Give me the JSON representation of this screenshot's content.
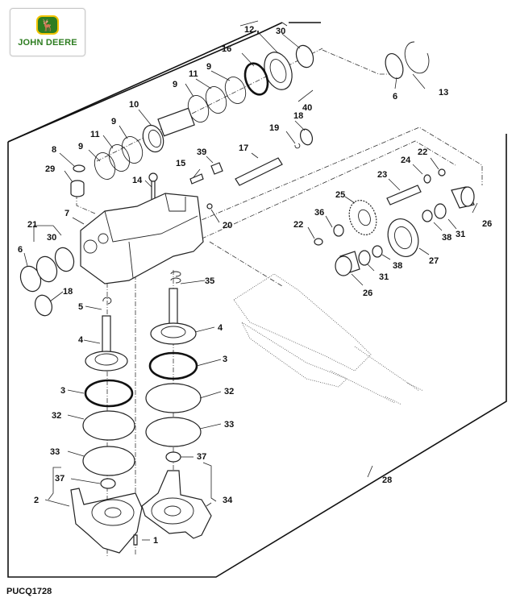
{
  "brand": {
    "name": "John Deere",
    "wordmark": "JOHN DEERE",
    "icon": "leaping-deer-icon",
    "colors": {
      "green": "#2e7d21",
      "yellow": "#f2c400"
    }
  },
  "figure_id": "PUCQ1728",
  "callouts": [
    {
      "id": "c12a",
      "text": "12"
    },
    {
      "id": "c30a",
      "text": "30"
    },
    {
      "id": "c16",
      "text": "16"
    },
    {
      "id": "c9a",
      "text": "9"
    },
    {
      "id": "c11a",
      "text": "11"
    },
    {
      "id": "c9b",
      "text": "9"
    },
    {
      "id": "c6a",
      "text": "6"
    },
    {
      "id": "c13",
      "text": "13"
    },
    {
      "id": "c40",
      "text": "40"
    },
    {
      "id": "c10",
      "text": "10"
    },
    {
      "id": "c18a",
      "text": "18"
    },
    {
      "id": "c19",
      "text": "19"
    },
    {
      "id": "c9c",
      "text": "9"
    },
    {
      "id": "c11b",
      "text": "11"
    },
    {
      "id": "c9d",
      "text": "9"
    },
    {
      "id": "c8",
      "text": "8"
    },
    {
      "id": "c29",
      "text": "29"
    },
    {
      "id": "c39",
      "text": "39"
    },
    {
      "id": "c17",
      "text": "17"
    },
    {
      "id": "c15",
      "text": "15"
    },
    {
      "id": "c14",
      "text": "14"
    },
    {
      "id": "c22a",
      "text": "22"
    },
    {
      "id": "c24",
      "text": "24"
    },
    {
      "id": "c23",
      "text": "23"
    },
    {
      "id": "c25",
      "text": "25"
    },
    {
      "id": "c26a",
      "text": "26"
    },
    {
      "id": "c7",
      "text": "7"
    },
    {
      "id": "c20",
      "text": "20"
    },
    {
      "id": "c21",
      "text": "21"
    },
    {
      "id": "c30b",
      "text": "30"
    },
    {
      "id": "c22b",
      "text": "22"
    },
    {
      "id": "c36",
      "text": "36"
    },
    {
      "id": "c38a",
      "text": "38"
    },
    {
      "id": "c31a",
      "text": "31"
    },
    {
      "id": "c6b",
      "text": "6"
    },
    {
      "id": "c27",
      "text": "27"
    },
    {
      "id": "c38b",
      "text": "38"
    },
    {
      "id": "c31b",
      "text": "31"
    },
    {
      "id": "c26b",
      "text": "26"
    },
    {
      "id": "c18b",
      "text": "18"
    },
    {
      "id": "c35",
      "text": "35"
    },
    {
      "id": "c5",
      "text": "5"
    },
    {
      "id": "c4a",
      "text": "4"
    },
    {
      "id": "c4b",
      "text": "4"
    },
    {
      "id": "c3a",
      "text": "3"
    },
    {
      "id": "c3b",
      "text": "3"
    },
    {
      "id": "c32a",
      "text": "32"
    },
    {
      "id": "c32b",
      "text": "32"
    },
    {
      "id": "c33a",
      "text": "33"
    },
    {
      "id": "c33b",
      "text": "33"
    },
    {
      "id": "c37a",
      "text": "37"
    },
    {
      "id": "c37b",
      "text": "37"
    },
    {
      "id": "c28",
      "text": "28"
    },
    {
      "id": "c2",
      "text": "2"
    },
    {
      "id": "c34",
      "text": "34"
    },
    {
      "id": "c1",
      "text": "1"
    }
  ]
}
